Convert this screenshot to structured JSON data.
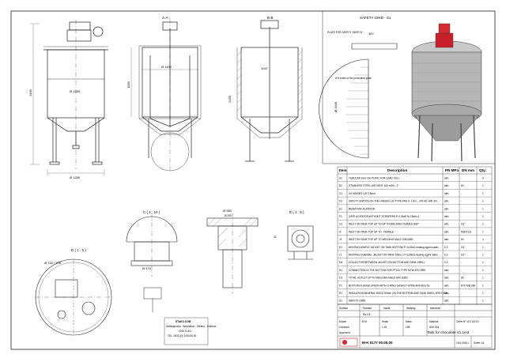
{
  "views": {
    "section_a": "A-A",
    "section_b": "B-B",
    "detail_c": "C ( 1 : 10 )",
    "detail_d": "D ( 1 : 5 )",
    "detail_e": "E ( 1 : 5 )",
    "safety_grid": "SAFETY GRID - S1"
  },
  "dims": {
    "d1200": "Ø 1200",
    "d1100": "Ø 1100",
    "d1250": "Ø 1250",
    "h2460": "2460",
    "h1000": "1000",
    "h2165": "2165",
    "w1047": "1047",
    "w367": "367",
    "w40": "40",
    "d1640": "Ø 1640",
    "d350": "Ø 350",
    "d250": "Ø 250",
    "d200": "Ø 200",
    "d470": "Ø 470",
    "d720": "Ø 720 / 709"
  },
  "safety_notes": {
    "plate": "PLATE FOR SAFETY SWITCH",
    "holes": "Ø 5 holes of the perforated plate"
  },
  "parts_header": {
    "item": "Item",
    "desc": "Description",
    "pn": "PN MPa",
    "dn": "DN mm",
    "qty": "Qty."
  },
  "parts": [
    {
      "item": "A1",
      "desc": "TUBULAR LEG ON PLATE FOR LOAD CELL",
      "pn": "atm.",
      "dn": "-",
      "qty": "4"
    },
    {
      "item": "B1",
      "desc": "STAINLESS STEEL AIR VENT 160 m3/h - 2\"",
      "pn": "atm.",
      "dn": "60",
      "qty": "1"
    },
    {
      "item": "C1",
      "desc": "U/I HINGED LID 2,5mm",
      "pn": "atm.",
      "dn": "-",
      "qty": "1"
    },
    {
      "item": "D1",
      "desc": "SAFETY SWITCH ON THE HINGED LID TYPE FRS 9, 1 A.C., 24V AC with 3m cable, Allen bradley",
      "pn": "atm.",
      "dn": "-",
      "qty": "1"
    },
    {
      "item": "E1",
      "desc": "BEAM FOR AGITATOR",
      "pn": "atm.",
      "dn": "-",
      "qty": "1"
    },
    {
      "item": "F1",
      "desc": "GATE AGITATOR WITHOUT SCRAPERS P=1,5kW N=15min-1",
      "pn": "atm.",
      "dn": "-",
      "qty": "1"
    },
    {
      "item": "G1",
      "desc": "INLET ON TANK TOP UP TO UP TO WELDING FEMALE BSP",
      "pn": "atm.",
      "dn": "G1\"",
      "qty": "1"
    },
    {
      "item": "I1",
      "desc": "INLET ON TANK TOP UP TO - FEMALE",
      "pn": "atm.",
      "dn": "M30X1,5",
      "qty": "1"
    },
    {
      "item": "J1",
      "desc": "INLET ON TANK TOP UP TO WELDING MALE DIN11851",
      "pn": "atm.",
      "dn": "50",
      "qty": "4"
    },
    {
      "item": "K1",
      "desc": "HEATING DIMPLE JACKET ON TANK BOTTOM P=0,05m2,heating agent water; INLET JACKET UP TO MALE NIPPLE G1\"",
      "pn": "0,3",
      "dn": "G1\"",
      "qty": "1"
    },
    {
      "item": "L1",
      "desc": "HEATING CHANNEL JACKET ON TANK SHELL P=1,95m2,heating agent water 90°C;OUTLET JACKET UP TO MALE NIPPLE",
      "pn": "0,3",
      "dn": "G1\"",
      "qty": "1"
    },
    {
      "item": "M1",
      "desc": "COLLECTOR BETWEEN JACKET ON BOTTOM AND TANK SHELL",
      "pn": "0,3",
      "dn": "-",
      "qty": "1"
    },
    {
      "item": "N1",
      "desc": "CONNECTION IN THE BOTTOM FOR PT100 TYPE MTW-KFC 8RH",
      "pn": "atm.",
      "dn": "-",
      "qty": "1"
    },
    {
      "item": "O1",
      "desc": "TOTAL OUTLET UP TO WELDING MALE DIN 11851",
      "pn": "atm.",
      "dn": "65",
      "qty": "1"
    },
    {
      "item": "P1",
      "desc": "BOTTOM FLANGE UNION WITH O-RING GASKET EPDM AND BOLTS",
      "pn": "atm.",
      "dn": "Ø 570/Ø 350",
      "qty": "1"
    },
    {
      "item": "R1",
      "desc": "INSULATION MINERAL WOOL 50mm ON THE BOTTOM AND TANK SHELL WITH STAINLESS STEEL (AISI 304) WELDED CLADDING s=1mm",
      "pn": "atm.",
      "dn": "-",
      "qty": "1"
    },
    {
      "item": "S1",
      "desc": "SAFETY GRID",
      "pn": "atm.",
      "dn": "-",
      "qty": "1"
    }
  ],
  "title_block": {
    "surface": "Surface",
    "outside": "Outside",
    "inside": "Inside",
    "welding": "Welding",
    "rough": "Ra 0.8",
    "tolerance": "tolerance",
    "drawn": "Drawn",
    "checked": "Checked",
    "approved": "Approved",
    "scale_label": "Scale",
    "scale": "1:15",
    "mass_label": "Mass",
    "mass": "195",
    "material_label": "Material",
    "material": "AISI 304",
    "order": "Order Nº 115 118 01",
    "title": "Tank for chocolate V1.1m3",
    "number": "M-K 0177 00.00.00",
    "date": "15.5.2015 r.",
    "sheet": "Sheet 1/1",
    "sign": "B.M."
  },
  "company": {
    "name": "STAKO.COM",
    "line1": "Zamiejscowa - Bełchatów - Olesno - Kłobuck",
    "line2": "1010 CLEC",
    "phone": "TEL. 0032 (0) 1430.50.00"
  }
}
